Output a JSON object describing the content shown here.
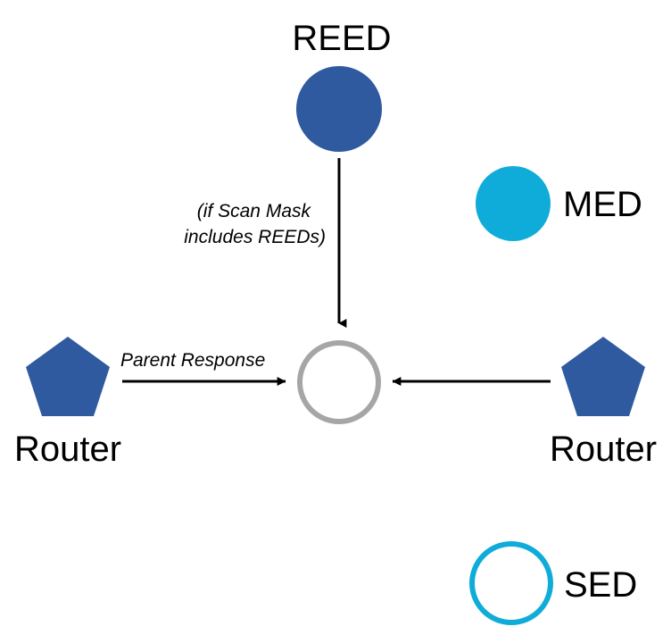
{
  "diagram": {
    "title": "REED / MED / SED network response diagram",
    "background": "#ffffff",
    "colors": {
      "reed_blue": "#2F5AA0",
      "med_cyan": "#10ACD9",
      "sed_cyan": "#10ACD9",
      "router_blue": "#2F5AA0",
      "center_ring_grey": "#A6A6A6",
      "arrow_black": "#000000",
      "text_black": "#000000"
    },
    "nodes": [
      {
        "id": "reed",
        "label": "REED",
        "shape": "filled-circle",
        "color": "#2F5AA0",
        "label_position": "above"
      },
      {
        "id": "med",
        "label": "MED",
        "shape": "filled-circle",
        "color": "#10ACD9",
        "label_position": "right"
      },
      {
        "id": "center-sed",
        "label": "",
        "shape": "ring-circle",
        "color": "#A6A6A6",
        "label_position": "none"
      },
      {
        "id": "router-left",
        "label": "Router",
        "shape": "filled-pentagon",
        "color": "#2F5AA0",
        "label_position": "below"
      },
      {
        "id": "router-right",
        "label": "Router",
        "shape": "filled-pentagon",
        "color": "#2F5AA0",
        "label_position": "below"
      },
      {
        "id": "sed",
        "label": "SED",
        "shape": "ring-circle",
        "color": "#10ACD9",
        "label_position": "right"
      }
    ],
    "edges": [
      {
        "id": "reed-to-center",
        "from": "reed",
        "to": "center-sed",
        "direction": "down",
        "label": "(if Scan Mask\nincludes REEDs)",
        "label_line_1": "(if Scan Mask",
        "label_line_2": "includes REEDs)",
        "style": "solid-arrow"
      },
      {
        "id": "router-left-to-center",
        "from": "router-left",
        "to": "center-sed",
        "direction": "right",
        "label": "Parent Response",
        "style": "solid-arrow"
      },
      {
        "id": "router-right-to-center",
        "from": "router-right",
        "to": "center-sed",
        "direction": "left",
        "label": "",
        "style": "solid-arrow"
      }
    ]
  }
}
